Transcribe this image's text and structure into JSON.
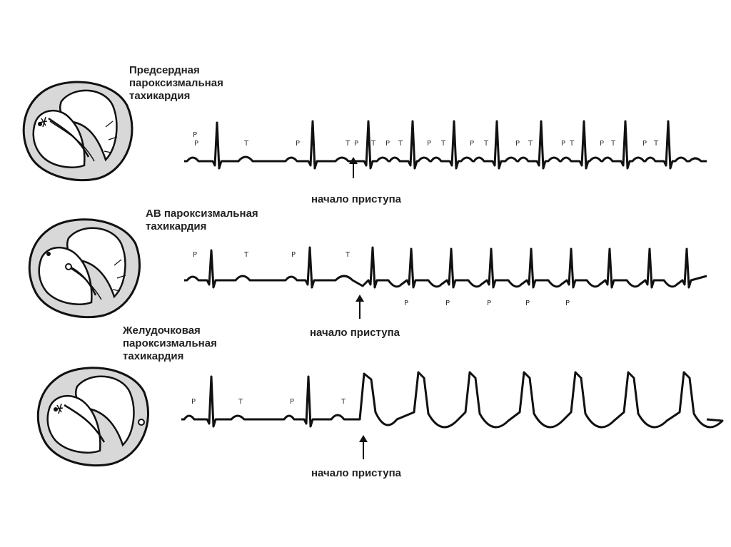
{
  "panels": [
    {
      "id": "atrial",
      "title": "Предсердная\nпароксизмальная\nтахикардия",
      "onset_label": "начало приступа",
      "wave_labels": [
        "P",
        "T",
        "P",
        "T",
        "P",
        "T",
        "P",
        "T",
        "P",
        "T",
        "P",
        "T",
        "P",
        "T",
        "P",
        "T",
        "P",
        "T",
        "P",
        "T",
        "P"
      ]
    },
    {
      "id": "av",
      "title": "АВ пароксизмальная\nтахикардия",
      "onset_label": "начало приступа",
      "wave_labels": [
        "P",
        "T",
        "P",
        "T",
        "P",
        "P",
        "P",
        "P",
        "P"
      ]
    },
    {
      "id": "ventricular",
      "title": "Желудочковая\nпароксизмальная\nтахикардия",
      "onset_label": "начало приступа",
      "wave_labels": [
        "P",
        "T",
        "P",
        "T"
      ]
    }
  ]
}
